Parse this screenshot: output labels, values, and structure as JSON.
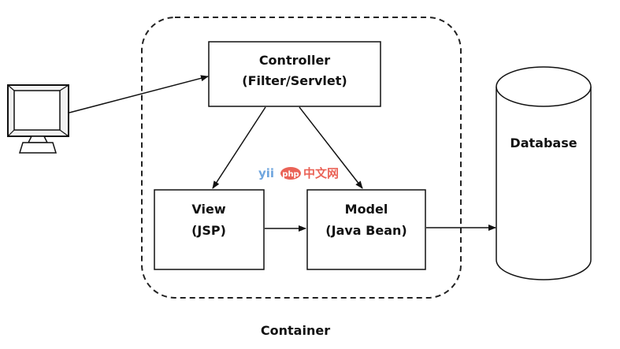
{
  "diagram": {
    "controller": {
      "line1": "Controller",
      "line2": "(Filter/Servlet)"
    },
    "view": {
      "line1": "View",
      "line2": "(JSP)"
    },
    "model": {
      "line1": "Model",
      "line2": "(Java Bean)"
    },
    "database": {
      "label": "Database"
    },
    "container": {
      "label": "Container"
    },
    "client": {
      "icon": "computer-monitor-icon"
    }
  },
  "watermark": {
    "brand": "yii",
    "badge": "php",
    "suffix": "中文网",
    "brand_color": "#4a8fd6",
    "badge_color": "#e63d2e"
  },
  "colors": {
    "stroke": "#111111",
    "fill": "#ffffff"
  }
}
